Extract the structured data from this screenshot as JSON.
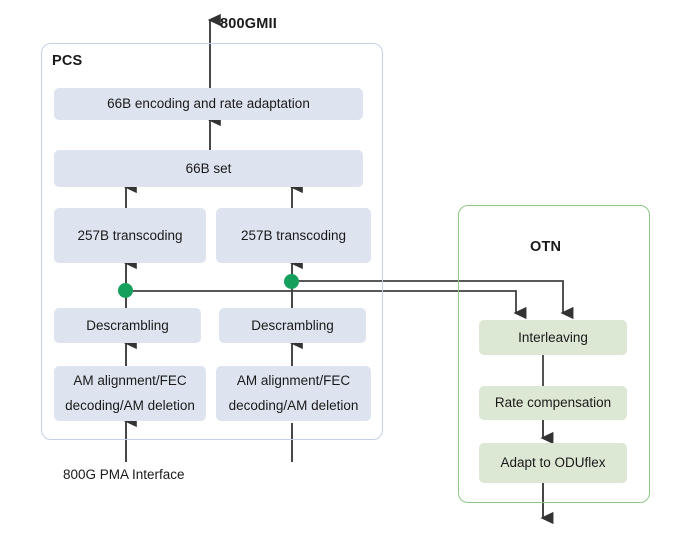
{
  "diagram": {
    "title_top_label": "800GMII",
    "input_label": "800G PMA Interface",
    "accent_blue": "#dde4ef",
    "accent_green": "#dde8d4",
    "pcs_border": "#c3d2e8",
    "otn_border": "#8dc887",
    "tap_dot_color": "#16a05e",
    "line_color": "#404040"
  },
  "pcs": {
    "title": "PCS",
    "nodes": {
      "encoding": "66B encoding and rate adaptation",
      "set": "66B set",
      "transcoding_left": "257B transcoding",
      "transcoding_right": "257B transcoding",
      "descrambling_left": "Descrambling",
      "descrambling_right": "Descrambling",
      "am_left_line1": "AM alignment/FEC",
      "am_left_line2": "decoding/AM deletion",
      "am_right_line1": "AM alignment/FEC",
      "am_right_line2": "decoding/AM deletion"
    }
  },
  "otn": {
    "title": "OTN",
    "nodes": {
      "interleaving": "Interleaving",
      "rate_compensation": "Rate compensation",
      "adapt": "Adapt to ODUflex"
    }
  }
}
